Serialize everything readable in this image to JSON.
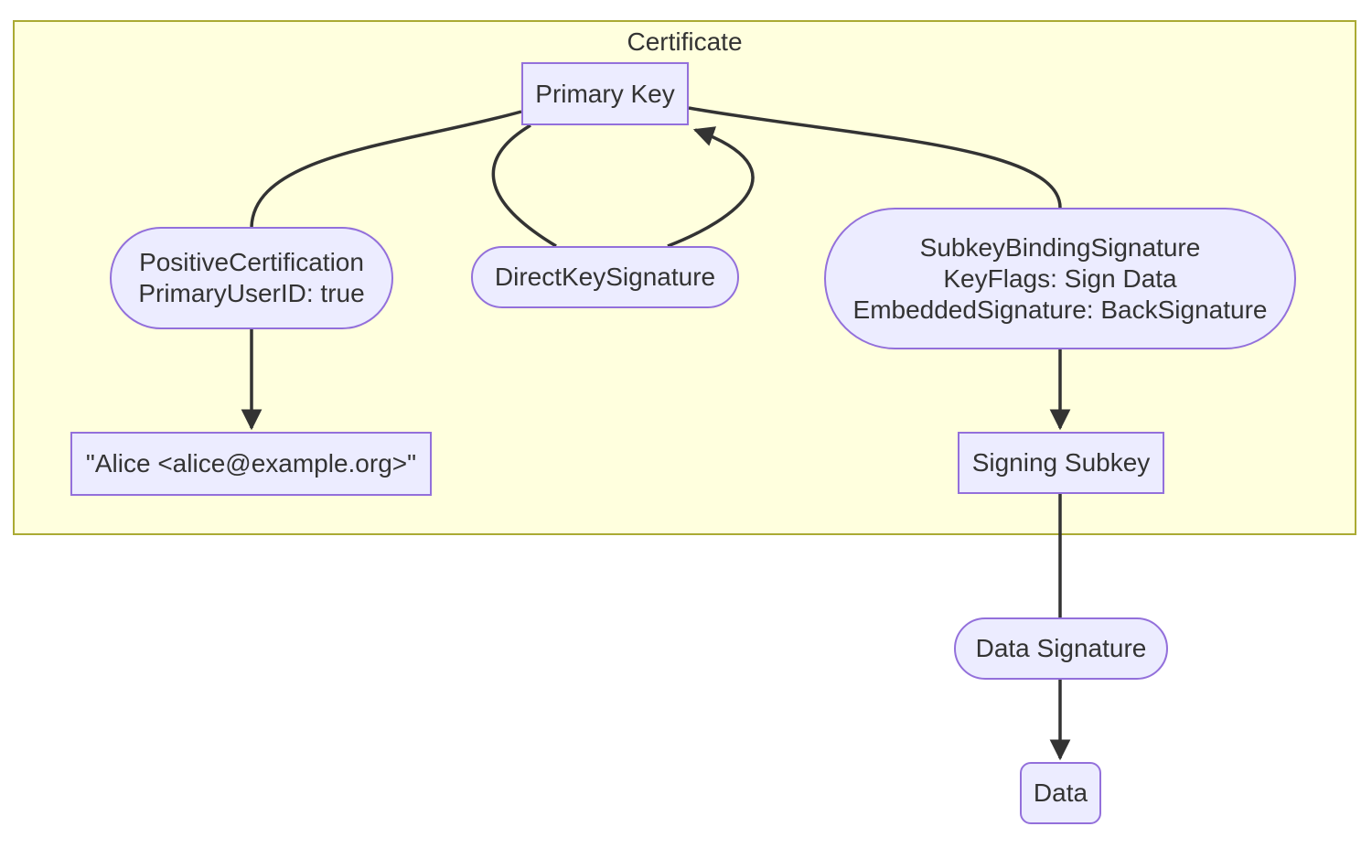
{
  "diagram": {
    "type": "flowchart",
    "cluster": {
      "label": "Certificate"
    },
    "nodes": {
      "primary_key": {
        "label": "Primary Key",
        "shape": "rect"
      },
      "positive_certification": {
        "shape": "stadium",
        "lines": [
          "PositiveCertification",
          "PrimaryUserID: true"
        ]
      },
      "direct_key_signature": {
        "label": "DirectKeySignature",
        "shape": "stadium"
      },
      "subkey_binding_signature": {
        "shape": "stadium",
        "lines": [
          "SubkeyBindingSignature",
          "KeyFlags: Sign Data",
          "EmbeddedSignature: BackSignature"
        ]
      },
      "user_id": {
        "label": "\"Alice <alice@example.org>\"",
        "shape": "rect"
      },
      "signing_subkey": {
        "label": "Signing Subkey",
        "shape": "rect"
      },
      "data_signature": {
        "label": "Data Signature",
        "shape": "stadium"
      },
      "data": {
        "label": "Data",
        "shape": "rounded-rect"
      }
    },
    "edges": [
      {
        "from": "primary_key",
        "to": "positive_certification",
        "arrow": false
      },
      {
        "from": "primary_key",
        "to": "direct_key_signature",
        "arrow": false
      },
      {
        "from": "direct_key_signature",
        "to": "primary_key",
        "arrow": true
      },
      {
        "from": "subkey_binding_signature",
        "to": "primary_key",
        "arrow": false
      },
      {
        "from": "positive_certification",
        "to": "user_id",
        "arrow": true
      },
      {
        "from": "subkey_binding_signature",
        "to": "signing_subkey",
        "arrow": true
      },
      {
        "from": "signing_subkey",
        "to": "data_signature",
        "arrow": false
      },
      {
        "from": "data_signature",
        "to": "data",
        "arrow": true
      }
    ],
    "colors": {
      "node_fill": "#ECECFF",
      "node_border": "#9370DB",
      "cluster_fill": "#FFFFDE",
      "cluster_border": "#AAAA33",
      "edge": "#333333",
      "text": "#333333",
      "background": "#FFFFFF"
    }
  }
}
